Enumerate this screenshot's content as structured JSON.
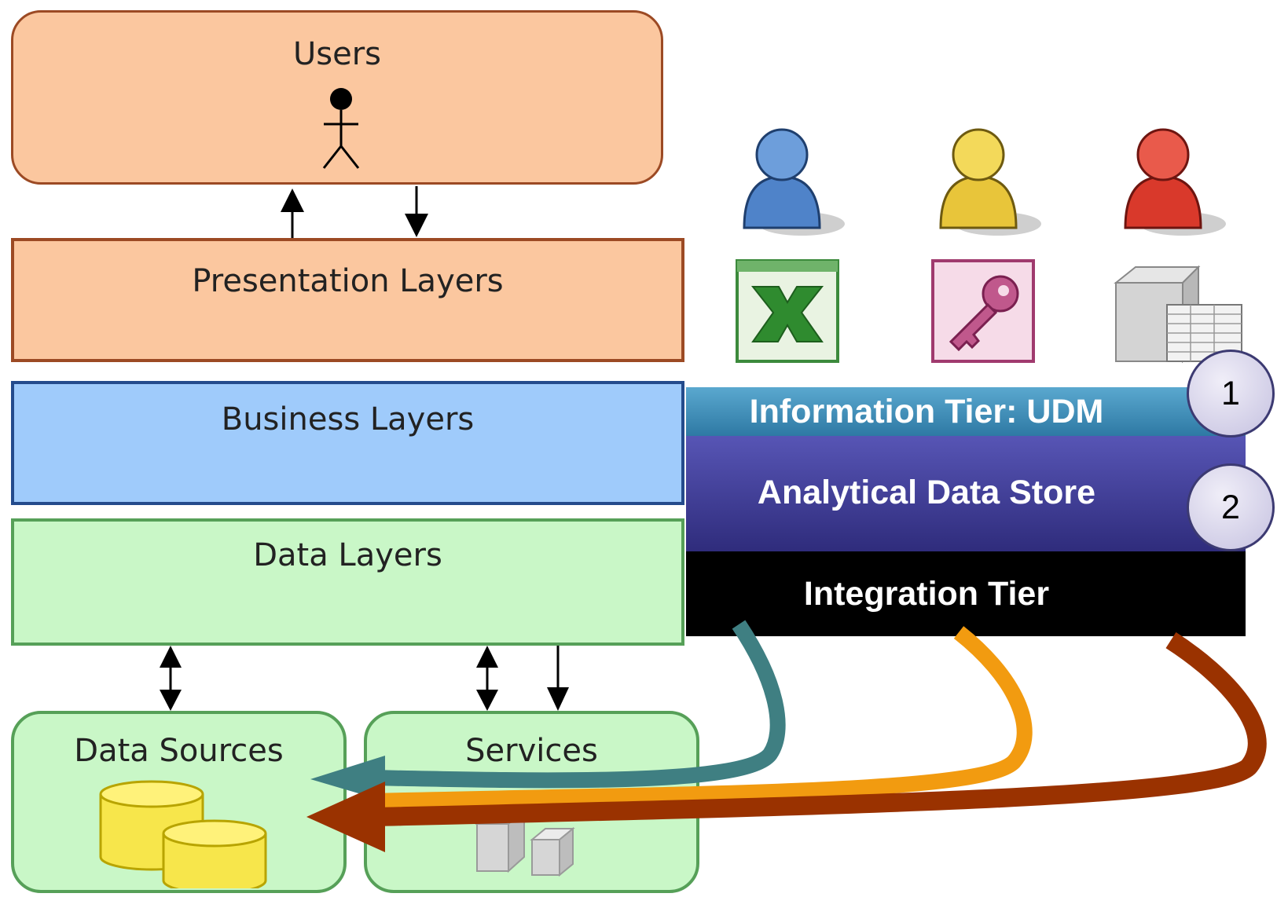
{
  "layers": {
    "users": "Users",
    "presentation": "Presentation Layers",
    "business": "Business Layers",
    "data": "Data Layers",
    "data_sources": "Data Sources",
    "services": "Services"
  },
  "tiers": {
    "information": "Information Tier: UDM",
    "analytical": "Analytical Data Store",
    "integration": "Integration Tier"
  },
  "badges": [
    "1",
    "2"
  ],
  "icons": {
    "user_colors": [
      "#4f83c9",
      "#e8c53a",
      "#d9392b"
    ],
    "apps": [
      "excel-icon",
      "access-icon",
      "server-icon"
    ]
  },
  "colors": {
    "orange_fill": "#fbc79f",
    "blue_fill": "#9fcbfb",
    "green_fill": "#c9f7c7",
    "arrow_teal": "#3f7f82",
    "arrow_orange": "#f29b10",
    "arrow_brown": "#9a3200"
  }
}
